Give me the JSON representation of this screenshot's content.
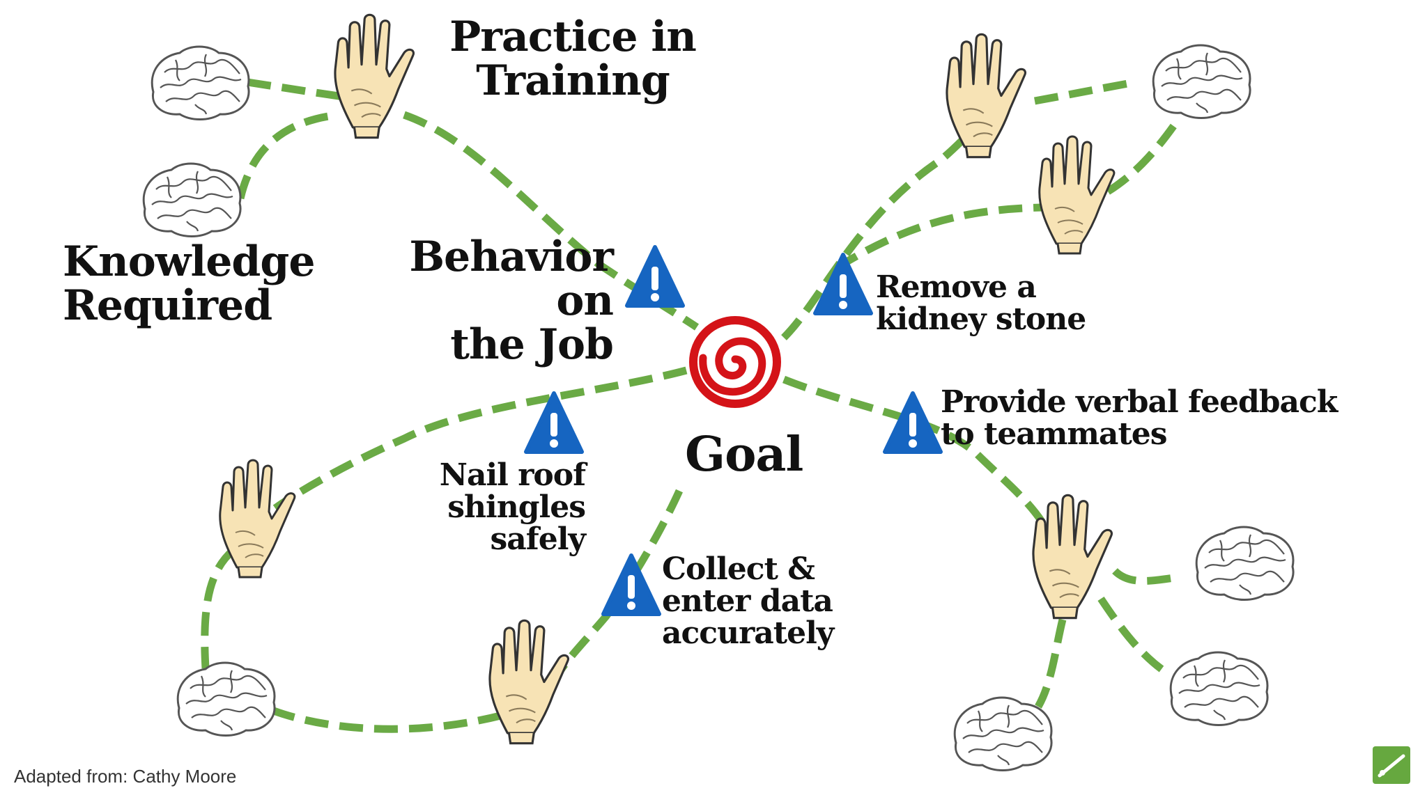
{
  "colors": {
    "path": "#6aaa45",
    "warning": "#1665c1",
    "goal": "#d41318",
    "hand_fill": "#f7e3b5",
    "brain_stroke": "#555555",
    "logo": "#66a83f"
  },
  "labels": {
    "practice": "Practice in\nTraining",
    "knowledge": "Knowledge\nRequired",
    "behavior": "Behavior on\nthe Job",
    "goal": "Goal",
    "kidney": "Remove a\nkidney stone",
    "feedback": "Provide verbal feedback\nto teammates",
    "roof": "Nail roof\nshingles safely",
    "data": "Collect &\nenter data\naccurately"
  },
  "footer": {
    "credit": "Adapted from: Cathy Moore"
  },
  "icons": {
    "goal": "spiral-target-icon",
    "warning": "warning-triangle-icon",
    "hand": "hand-icon",
    "brain": "brain-icon",
    "logo": "logo-icon"
  }
}
